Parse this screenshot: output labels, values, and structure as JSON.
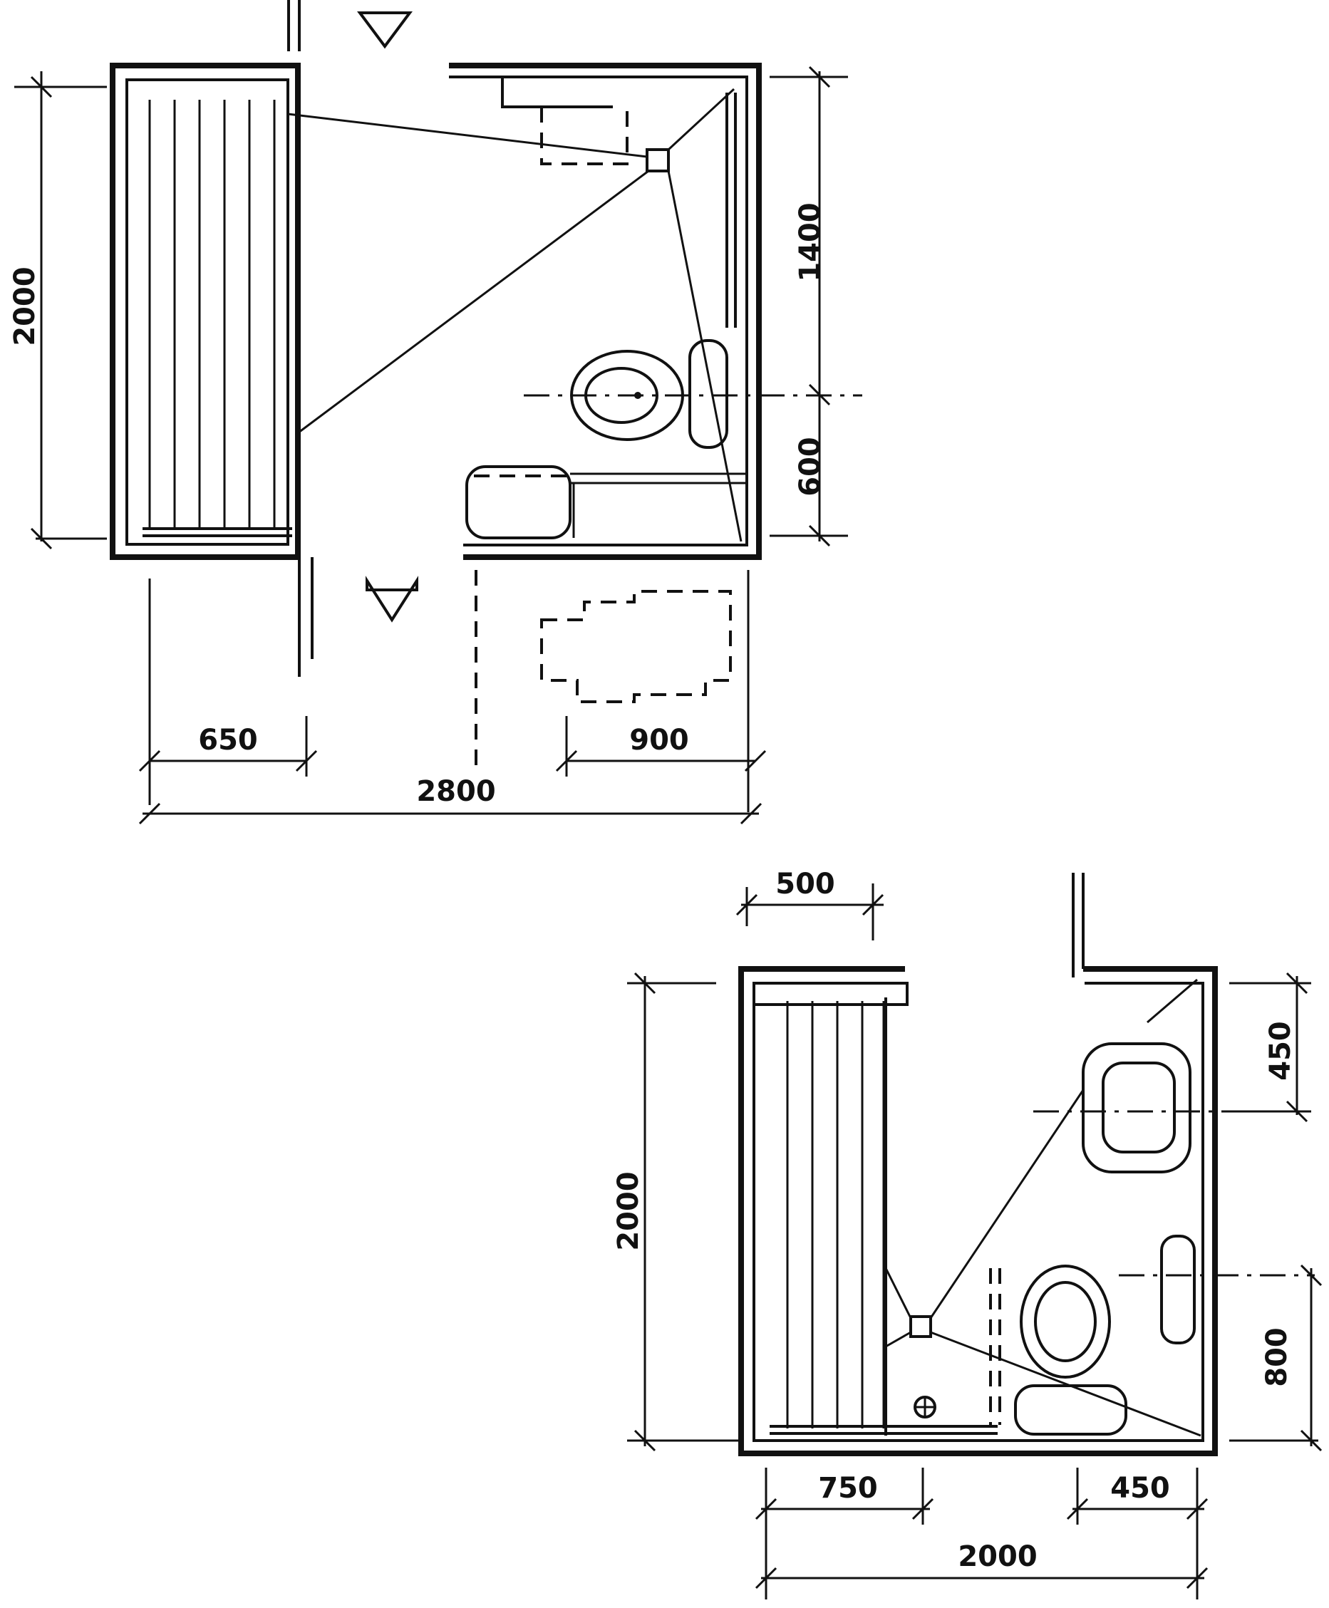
{
  "plan_a": {
    "dims": {
      "height_total": "2000",
      "upper_segment": "1400",
      "lower_segment": "600",
      "bath_width": "650",
      "clear_width": "900",
      "total_width": "2800"
    }
  },
  "plan_b": {
    "dims": {
      "top_width": "500",
      "height_total": "2000",
      "basin_offset": "450",
      "wc_offset": "800",
      "bath_width": "750",
      "wc_width": "450",
      "total_width": "2000"
    }
  }
}
